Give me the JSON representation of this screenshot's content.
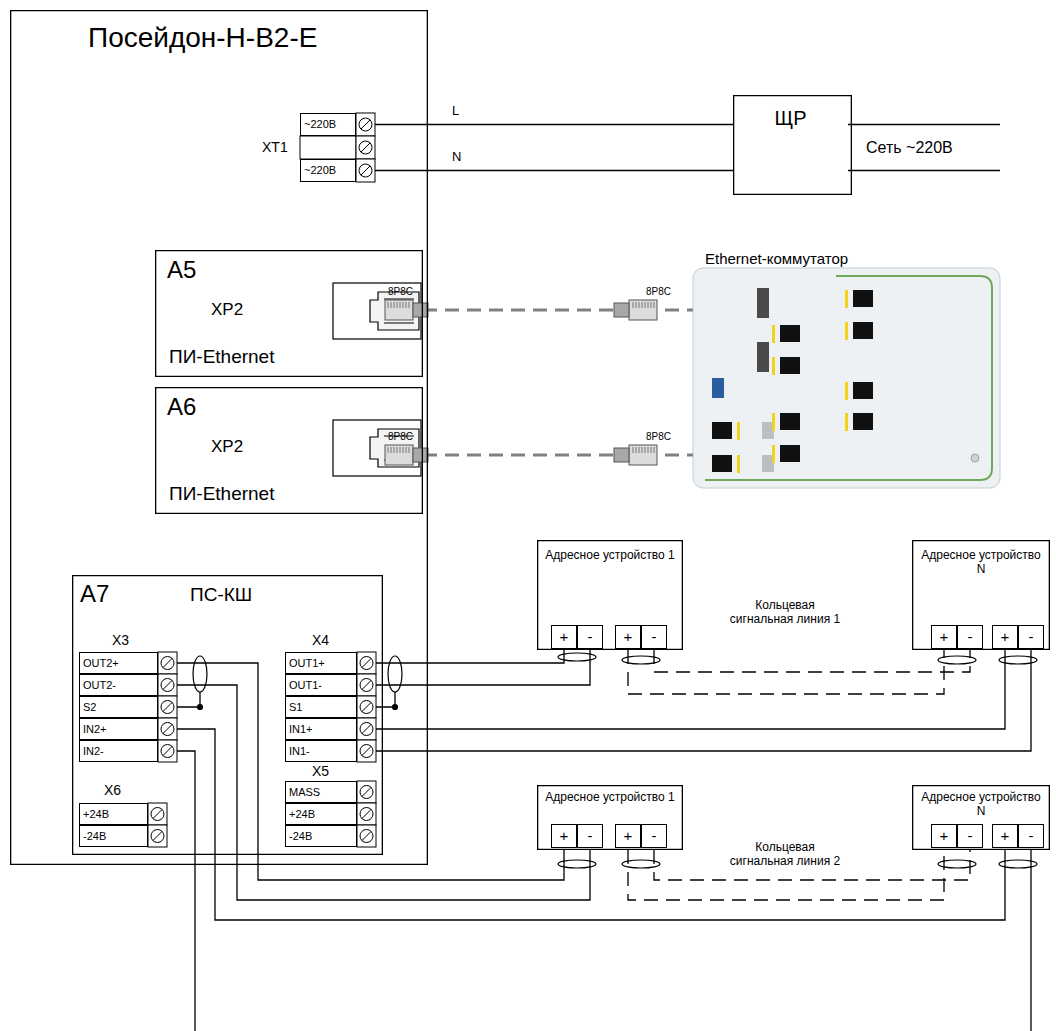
{
  "diagram": {
    "nodes": [
      {
        "text": [
          "Посейдон-Н-В2-Е"
        ]
      },
      {
        "text": [
          "ЩР"
        ]
      },
      {
        "text": [
          "A5",
          "XP2",
          "ПИ-Ethernet"
        ],
        "in": 0
      },
      {
        "text": [
          "A6",
          "XP2",
          "ПИ-Ethernet"
        ],
        "in": 0
      },
      {
        "text": [
          "A7",
          "ПС-КШ"
        ],
        "in": 0
      },
      {
        "text": [
          "Адресное устройство 1"
        ]
      },
      {
        "text": [
          "Адресное устройство N"
        ]
      },
      {
        "text": [
          "Адресное устройство 1"
        ]
      },
      {
        "text": [
          "Адресное устройство N"
        ]
      },
      {
        "text": [
          "Ethernet-коммутатор"
        ]
      }
    ],
    "edges": [
      {
        "from": 0,
        "to": 1,
        "arrow": "none",
        "label": "L"
      },
      {
        "from": 0,
        "to": 1,
        "arrow": "none",
        "label": "N"
      },
      {
        "from": 2,
        "to": 9,
        "arrow": "none"
      },
      {
        "from": 3,
        "to": 9,
        "arrow": "none"
      },
      {
        "from": 4,
        "to": 5,
        "arrow": "none"
      },
      {
        "from": 5,
        "to": 6,
        "arrow": "none",
        "label": "Кольцевая сигнальная линия 1"
      },
      {
        "from": 6,
        "to": 4,
        "arrow": "none"
      },
      {
        "from": 4,
        "to": 7,
        "arrow": "none"
      },
      {
        "from": 7,
        "to": 8,
        "arrow": "none",
        "label": "Кольцевая сигнальная линия 2"
      },
      {
        "from": 8,
        "to": 4,
        "arrow": "none"
      }
    ],
    "labels": [
      "XT1",
      "~220В",
      "~220В",
      "Сеть ~220В",
      "8P8C",
      "8P8C",
      "8P8C",
      "8P8C",
      "X3",
      "OUT2+",
      "OUT2-",
      "S2",
      "IN2+",
      "IN2-",
      "X4",
      "OUT1+",
      "OUT1-",
      "S1",
      "IN1+",
      "IN1-",
      "X6",
      "+24В",
      "-24В",
      "X5",
      "MASS",
      "+24В",
      "-24В",
      "+",
      "-",
      "+",
      "-",
      "+",
      "-",
      "+",
      "-",
      "+",
      "-",
      "+",
      "-",
      "+",
      "-",
      "+",
      "-"
    ]
  }
}
